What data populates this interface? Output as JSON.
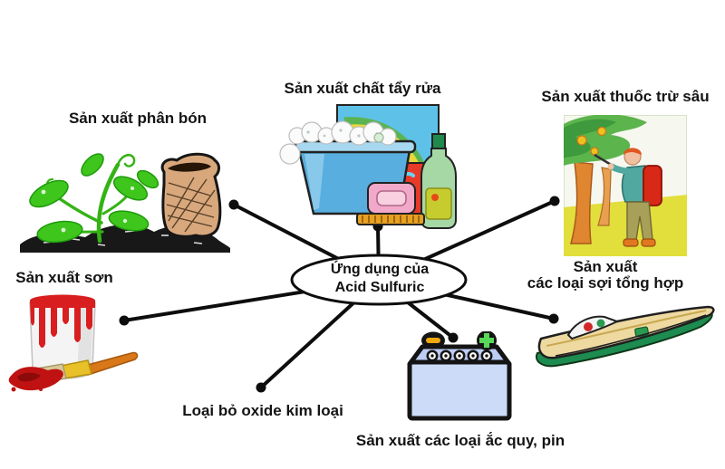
{
  "diagram": {
    "title_context": "Applications of sulfuric acid mind-map",
    "center": {
      "line1": "Ứng dụng của",
      "line2": "Acid Sulfuric"
    },
    "applications": [
      {
        "id": "fertilizer",
        "label": "Sản xuất phân bón"
      },
      {
        "id": "detergent",
        "label": "Sản xuất chất tẩy rửa"
      },
      {
        "id": "pesticide",
        "label": "Sản xuất thuốc trừ sâu"
      },
      {
        "id": "paint",
        "label": "Sản xuất sơn"
      },
      {
        "id": "synthetic-fiber",
        "label": "Sản xuất",
        "label2": "các loại sợi tổng hợp"
      },
      {
        "id": "metal-oxide",
        "label": "Loại bỏ oxide kim loại"
      },
      {
        "id": "battery",
        "label": "Sản xuất các loại ắc quy, pin"
      }
    ],
    "palette": {
      "line": "#111111",
      "leaf_green": "#3fc61d",
      "soil_black": "#181818",
      "sack_brown": "#d8a87c",
      "basin_blue": "#58aede",
      "paint_red": "#d81e1e",
      "battery_body_blue": "#ccdcf8",
      "terminal_minus_yellow": "#f0a810",
      "terminal_plus_green": "#58d858",
      "boat_tan": "#eed9a0",
      "boat_green": "#1c8c50",
      "ground_yellow": "#e2de3c",
      "backpack_red": "#d82818"
    }
  }
}
